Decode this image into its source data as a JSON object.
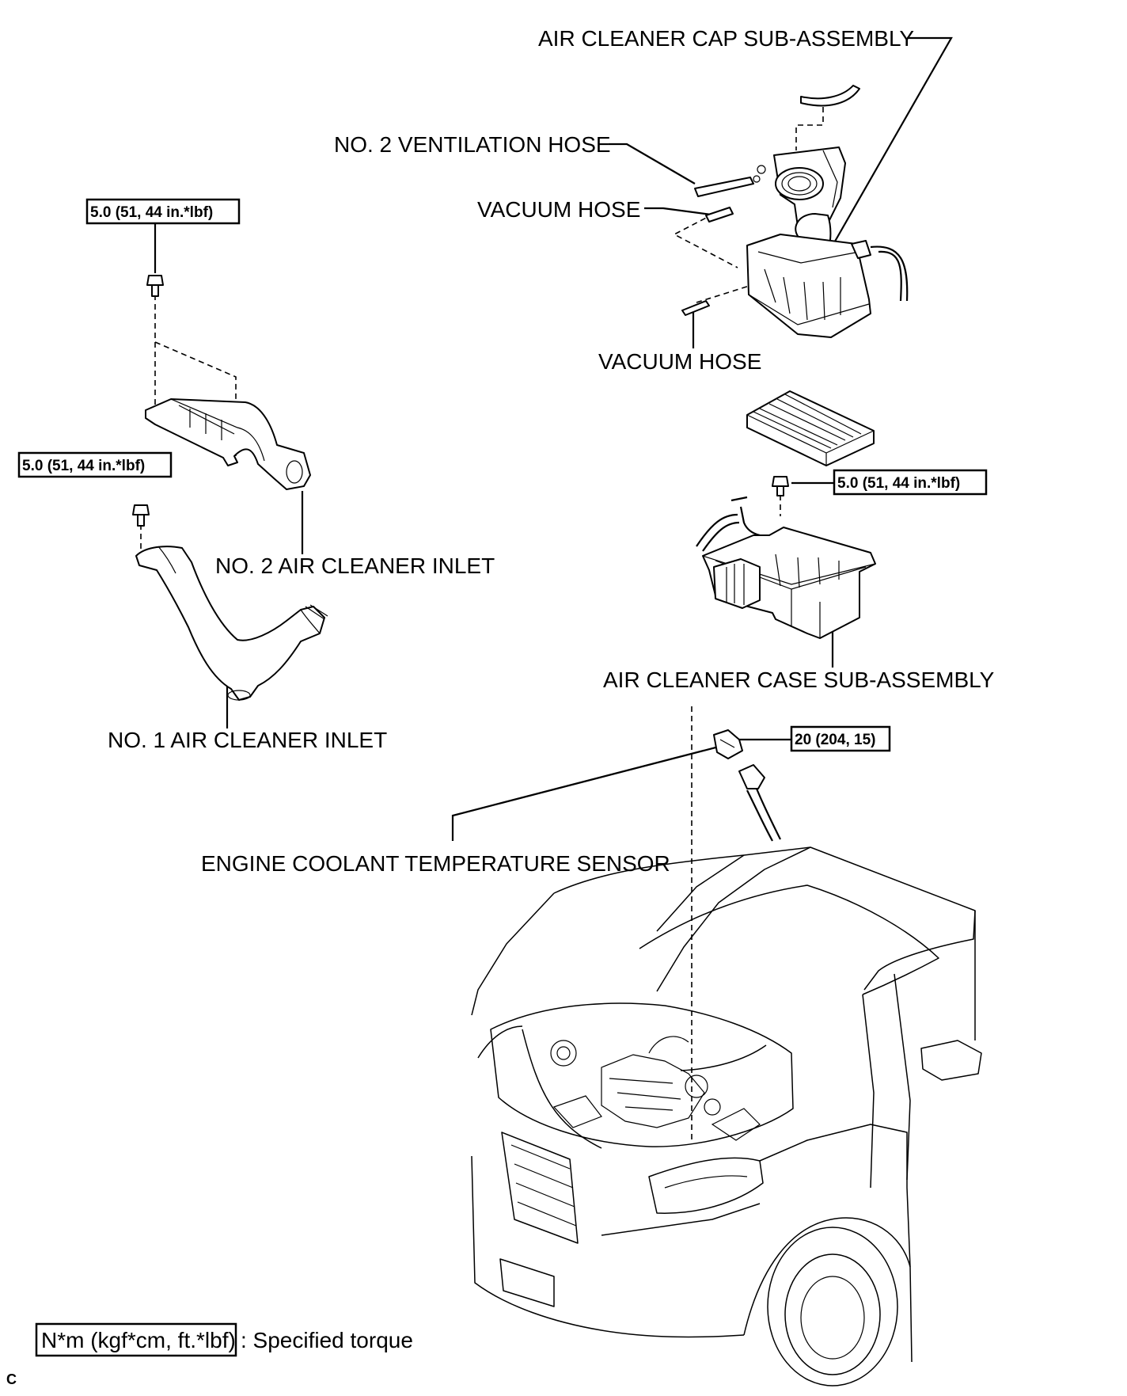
{
  "labels": {
    "air_cleaner_cap": "AIR CLEANER CAP SUB-ASSEMBLY",
    "no2_ventilation_hose": "NO. 2 VENTILATION HOSE",
    "vacuum_hose_upper": "VACUUM HOSE",
    "vacuum_hose_lower": "VACUUM HOSE",
    "no2_air_cleaner_inlet": "NO. 2 AIR CLEANER INLET",
    "no1_air_cleaner_inlet": "NO. 1 AIR CLEANER INLET",
    "air_cleaner_case": "AIR CLEANER CASE SUB-ASSEMBLY",
    "engine_coolant_sensor": "ENGINE COOLANT TEMPERATURE SENSOR"
  },
  "torques": {
    "no2_inlet_bolt": "5.0 (51, 44 in.*lbf)",
    "no1_inlet_bolt": "5.0 (51, 44 in.*lbf)",
    "case_bolt": "5.0 (51, 44 in.*lbf)",
    "coolant_sensor": "20 (204, 15)"
  },
  "legend": {
    "unit_box": "N*m (kgf*cm, ft.*lbf)",
    "description": ": Specified torque"
  },
  "corner_mark": "C"
}
